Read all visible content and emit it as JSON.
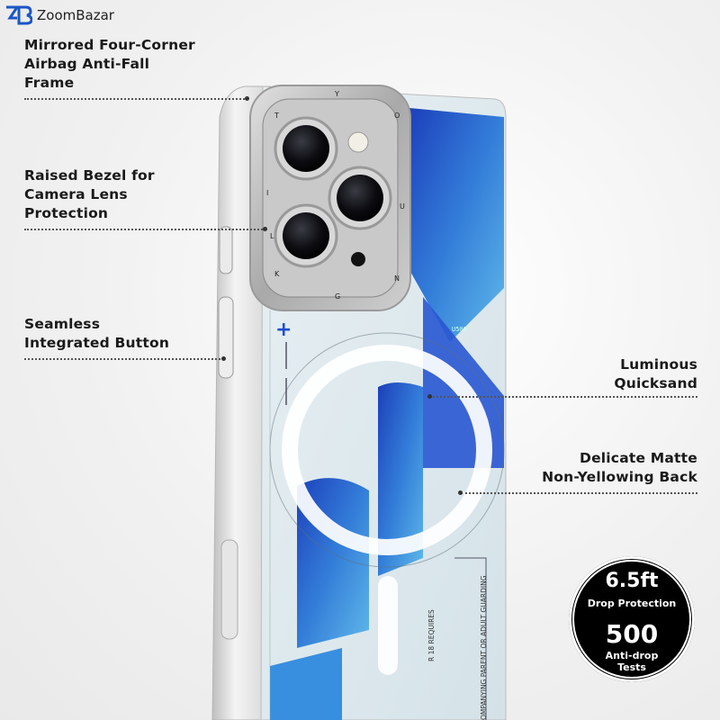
{
  "brand": {
    "name": "ZoomBazar",
    "logo_icon": "zb-logo-icon"
  },
  "features_left": [
    {
      "lines": [
        "Mirrored Four-Corner",
        "Airbag Anti-Fall",
        "Frame"
      ]
    },
    {
      "lines": [
        "Raised Bezel for",
        "Camera Lens",
        "Protection"
      ]
    },
    {
      "lines": [
        "Seamless",
        "Integrated Button"
      ]
    }
  ],
  "features_right": [
    {
      "lines": [
        "Luminous",
        "Quicksand"
      ]
    },
    {
      "lines": [
        "Delicate Matte",
        "Non-Yellowing Back"
      ]
    }
  ],
  "badge": {
    "drop_height": "6.5ft",
    "drop_label": "Drop Protection",
    "tests_count": "500",
    "tests_label_1": "Anti-drop",
    "tests_label_2": "Tests"
  },
  "case_print": {
    "word": "YOUNG",
    "lens_ring_letters": [
      "T",
      "Y",
      "O",
      "U",
      "N",
      "G",
      "K",
      "I",
      "L"
    ],
    "chip_label": "U500",
    "fine_print_1": "R 18 REQUIRES",
    "fine_print_2": "OMPANYING PARENT OR ADULT GUARDING",
    "plus": "+"
  },
  "colors": {
    "accent_blue": "#1f4fd0",
    "case_tint": "#dfe9ee",
    "frame": "#c9c9c9"
  }
}
